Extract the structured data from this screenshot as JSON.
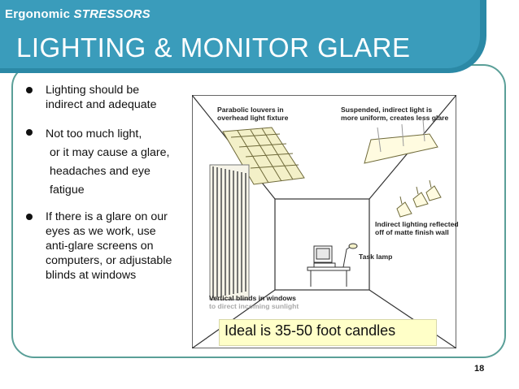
{
  "header": {
    "subtitle_prefix": "Ergonomic",
    "subtitle_emphasis": "STRESSORS",
    "title": "LIGHTING & MONITOR GLARE"
  },
  "bullets": [
    {
      "lines": [
        "Lighting should be",
        "indirect and adequate"
      ]
    },
    {
      "lines": [
        "Not too much light,",
        "or it may cause a glare,",
        "headaches and eye",
        "fatigue"
      ]
    },
    {
      "lines": [
        "If there is a glare on our",
        "eyes as we work, use",
        "anti-glare screens on",
        "computers, or adjustable",
        "blinds at windows"
      ]
    }
  ],
  "illustration": {
    "labels": {
      "louvers": [
        "Parabolic louvers in",
        "overhead light fixture"
      ],
      "suspended": [
        "Suspended, indirect light is",
        "more uniform, creates less glare"
      ],
      "indirect": [
        "Indirect lighting reflected",
        "off of matte finish wall"
      ],
      "task_lamp": [
        "Task lamp"
      ],
      "blinds": [
        "Vertical blinds in windows",
        "to direct incoming sunlight"
      ]
    }
  },
  "note": "Ideal is 35-50 foot candles",
  "page_number": "18",
  "colors": {
    "header": "#3a9cbb",
    "header_shadow": "#2b89a6",
    "panel_border": "#5a9f98",
    "note_bg": "#ffffc8"
  }
}
